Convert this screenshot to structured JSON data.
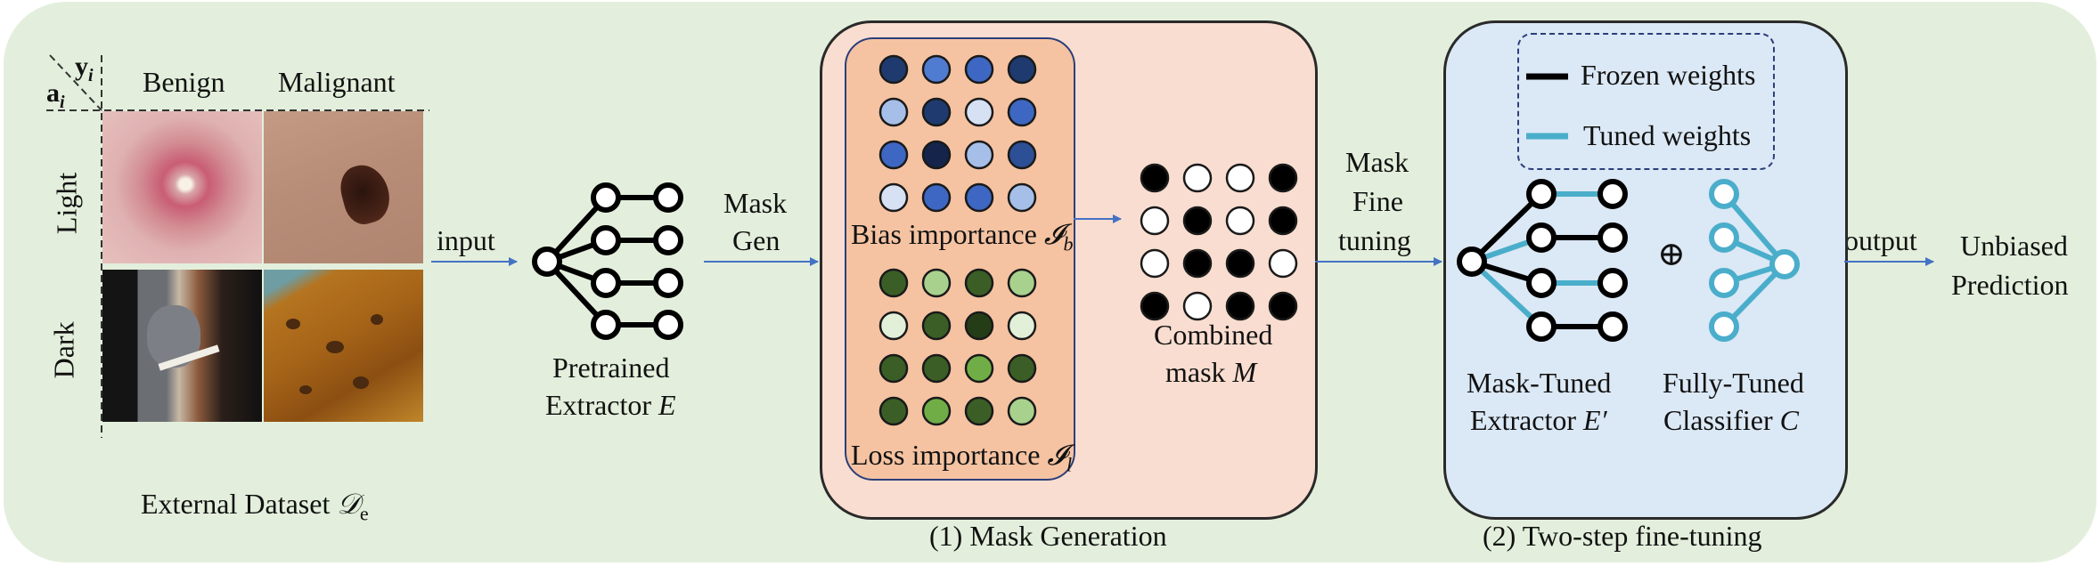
{
  "dataset": {
    "header_y": "y",
    "header_y_sub": "i",
    "header_a": "a",
    "header_a_sub": "i",
    "col_benign": "Benign",
    "col_malignant": "Malignant",
    "row_light": "Light",
    "row_dark": "Dark",
    "caption_prefix": "External Dataset ",
    "caption_symbol": "𝒟",
    "caption_sub": "e"
  },
  "arrows": {
    "input": "input",
    "mask_gen_1": "Mask",
    "mask_gen_2": "Gen",
    "mask_ft_1": "Mask",
    "mask_ft_2": "Fine",
    "mask_ft_3": "tuning",
    "output": "output"
  },
  "extractor": {
    "line1": "Pretrained",
    "line2_prefix": "Extractor ",
    "line2_symbol": "E"
  },
  "mask_generation": {
    "bias_label": "Bias importance ",
    "bias_symbol": "𝓘",
    "bias_sub": "b",
    "loss_label": "Loss importance ",
    "loss_symbol": "𝓘",
    "loss_sub": "l",
    "combined_line1": "Combined",
    "combined_line2_prefix": "mask ",
    "combined_symbol": "M",
    "caption": "(1) Mask Generation",
    "bias_grid": [
      [
        "#1f3a6e",
        "#4f7bd1",
        "#3d67c2",
        "#1f3a6e"
      ],
      [
        "#a6bfe9",
        "#1f3a6e",
        "#d6e2f4",
        "#3d67c2"
      ],
      [
        "#3d67c2",
        "#14244a",
        "#a6bfe9",
        "#2d4f95"
      ],
      [
        "#d6e2f4",
        "#3d67c2",
        "#3d67c2",
        "#a6bfe9"
      ]
    ],
    "loss_grid": [
      [
        "#3b5e26",
        "#a9d18e",
        "#3b5e26",
        "#a9d18e"
      ],
      [
        "#e2f0d9",
        "#3b5e26",
        "#243d16",
        "#e2f0d9"
      ],
      [
        "#3b5e26",
        "#3b5e26",
        "#70ad47",
        "#3b5e26"
      ],
      [
        "#3b5e26",
        "#70ad47",
        "#3b5e26",
        "#a9d18e"
      ]
    ],
    "combined_grid": [
      [
        1,
        0,
        0,
        1
      ],
      [
        0,
        1,
        0,
        1
      ],
      [
        0,
        1,
        1,
        0
      ],
      [
        1,
        0,
        1,
        1
      ]
    ]
  },
  "finetune": {
    "legend_frozen": "Frozen weights",
    "legend_tuned": "Tuned weights",
    "frozen_color": "#000000",
    "tuned_color": "#4aaecb",
    "plus_symbol": "⊕",
    "extractor_line1": "Mask-Tuned",
    "extractor_line2_prefix": "Extractor ",
    "extractor_symbol": "E′",
    "classifier_line1": "Fully-Tuned",
    "classifier_line2_prefix": "Classifier ",
    "classifier_symbol": "C",
    "caption": "(2) Two-step fine-tuning"
  },
  "result": {
    "line1": "Unbiased",
    "line2": "Prediction"
  }
}
